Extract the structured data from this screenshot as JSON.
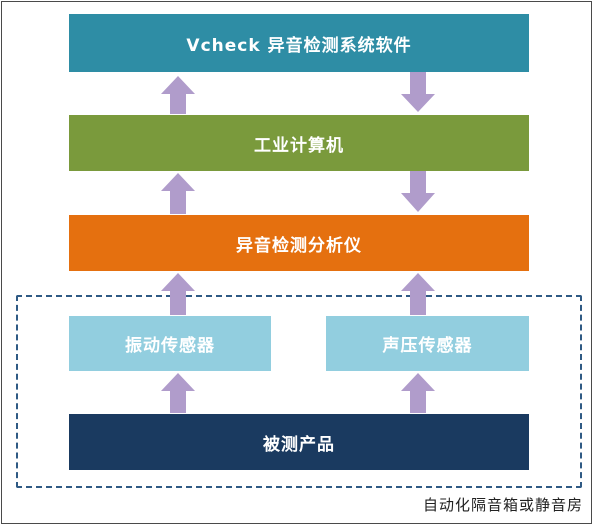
{
  "blocks": {
    "software": "Vcheck 异音检测系统软件",
    "industrial_pc": "工业计算机",
    "analyzer": "异音检测分析仪",
    "vibration_sensor": "振动传感器",
    "acoustic_sensor": "声压传感器",
    "product": "被测产品"
  },
  "enclosure_label": "自动化隔音箱或静音房",
  "colors": {
    "software": "#2e8da5",
    "industrial_pc": "#7a9a3c",
    "analyzer": "#e5700f",
    "sensors": "#92cedf",
    "product": "#1a3a60",
    "arrows": "#b09ccb",
    "enclosure_border": "#2f5a84"
  }
}
